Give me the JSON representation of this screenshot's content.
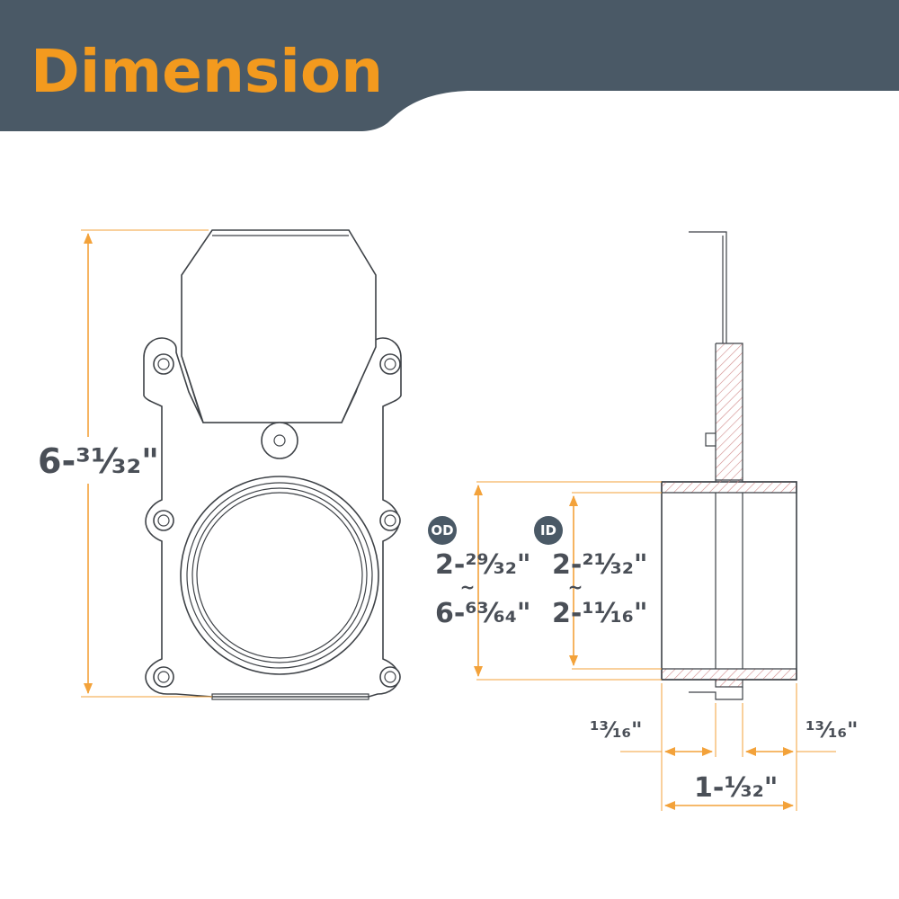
{
  "title": "Dimension",
  "colors": {
    "header_bg": "#4a5966",
    "accent": "#f39a1e",
    "dimension_line": "#f3a23a",
    "text": "#4a4f57",
    "outline": "#3e4247",
    "section_hatch": "#d08a8a"
  },
  "dimensions": {
    "height": "6-³¹⁄₃₂\"",
    "od_badge": "OD",
    "od_min": "2-²⁹⁄₃₂\"",
    "od_sep": "~",
    "od_max": "6-⁶³⁄₆₄\"",
    "id_badge": "ID",
    "id_min": "2-²¹⁄₃₂\"",
    "id_sep": "~",
    "id_max": "2-¹¹⁄₁₆\"",
    "left_collar": "¹³⁄₁₆\"",
    "right_collar": "¹³⁄₁₆\"",
    "total_width": "1-¹⁄₃₂\""
  }
}
